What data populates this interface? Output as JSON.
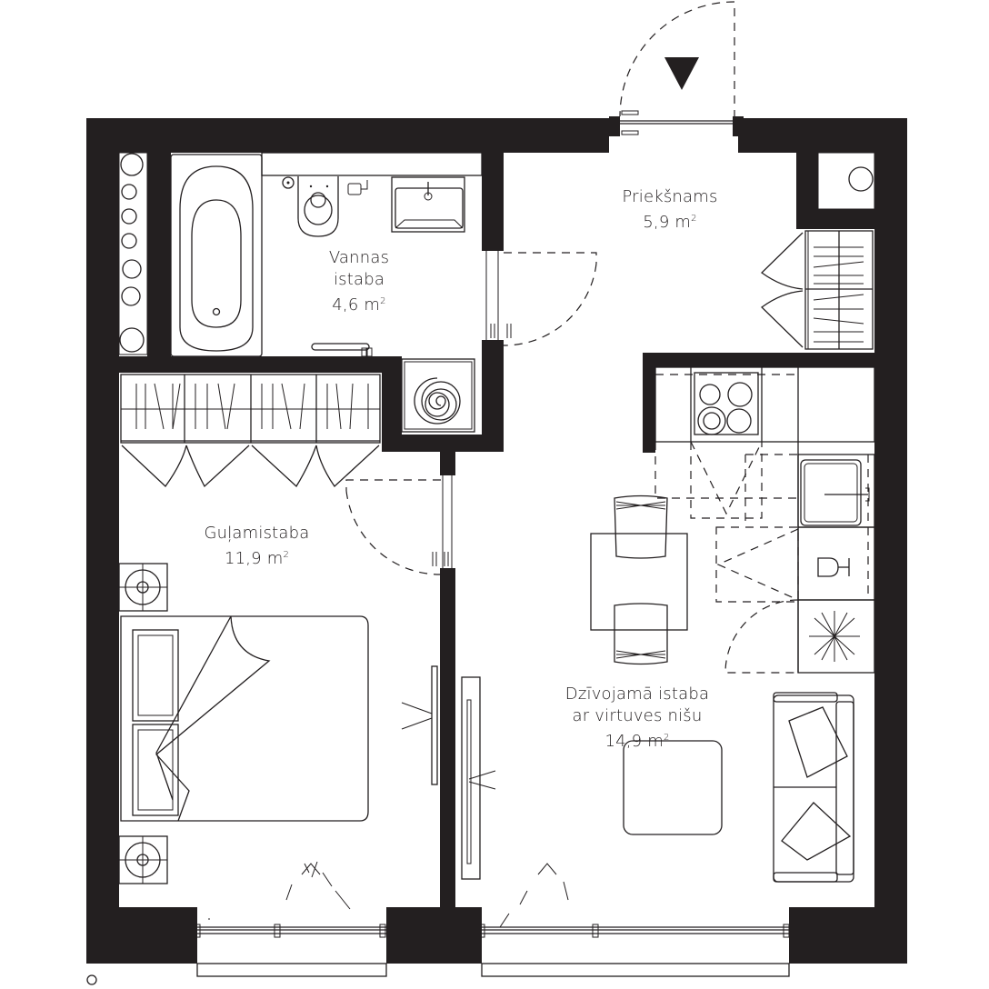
{
  "plan": {
    "type": "apartment floor plan",
    "entrance_marker": "down-triangle",
    "colors": {
      "wall": "#231f20",
      "background": "#ffffff",
      "line": "#231f20"
    }
  },
  "rooms": {
    "hallway": {
      "name": "Priekšnams",
      "area_value": "5,9",
      "area_unit": "m",
      "area_exp": "2"
    },
    "bathroom": {
      "name_line1": "Vannas",
      "name_line2": "istaba",
      "area_value": "4,6",
      "area_unit": "m",
      "area_exp": "2"
    },
    "bedroom": {
      "name": "Guļamistaba",
      "area_value": "11,9",
      "area_unit": "m",
      "area_exp": "2"
    },
    "living": {
      "name_line1": "Dzīvojamā istaba",
      "name_line2": "ar virtuves nišu",
      "area_value": "14,9",
      "area_unit": "m",
      "area_exp": "2"
    }
  },
  "fixtures": {
    "bathroom": [
      "bathtub",
      "toilet",
      "sink",
      "towel-rail",
      "washing-machine"
    ],
    "hallway": [
      "wardrobe",
      "shaft"
    ],
    "bedroom": [
      "wardrobe",
      "double-bed",
      "nightstand",
      "nightstand",
      "tv"
    ],
    "kitchen": [
      "cooktop",
      "sink",
      "dishwasher",
      "fridge",
      "cabinets"
    ],
    "living": [
      "dining-table",
      "chair",
      "chair",
      "sofa",
      "coffee-table",
      "tv"
    ]
  }
}
